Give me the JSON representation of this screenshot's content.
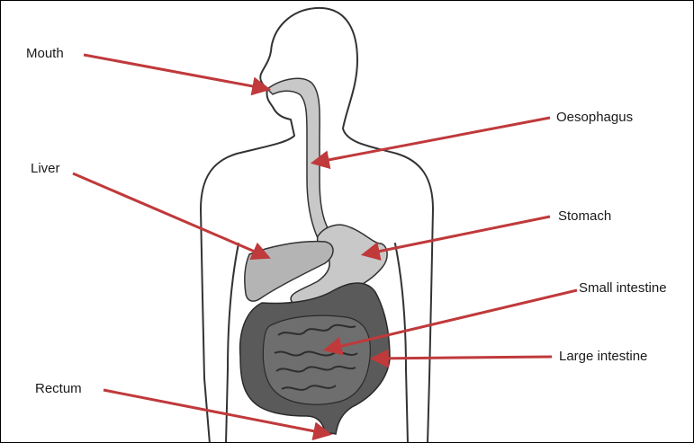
{
  "labels": {
    "mouth": "Mouth",
    "oesophagus": "Oesophagus",
    "liver": "Liver",
    "stomach": "Stomach",
    "small_intestine": "Small intestine",
    "large_intestine": "Large intestine",
    "rectum": "Rectum"
  },
  "colors": {
    "arrow": "#c0393b",
    "outline": "#333333",
    "organ_light": "#c8c8c8",
    "organ_mid": "#b4b4b4",
    "intestine_dark": "#5a5a5a",
    "intestine_small": "#6e6e6e"
  }
}
